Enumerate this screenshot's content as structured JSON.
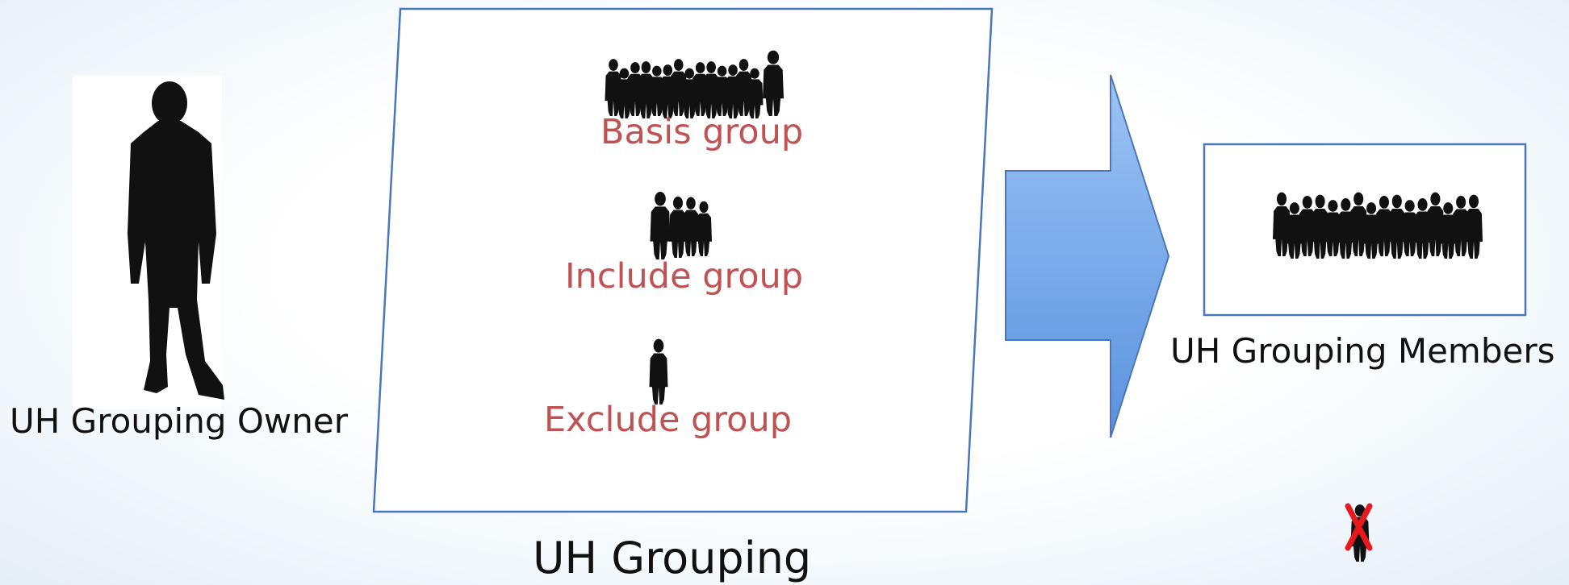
{
  "owner": {
    "label": "UH Grouping Owner"
  },
  "grouping": {
    "label": "UH Grouping",
    "basis_label": "Basis group",
    "include_label": "Include group",
    "exclude_label": "Exclude group"
  },
  "members": {
    "label": "UH Grouping Members"
  },
  "excluded_person": {
    "mark": "x-mark-icon"
  },
  "colors": {
    "group_label": "#bf5253",
    "box_border": "#4a77b9",
    "arrow_fill_top": "#9cc3f6",
    "arrow_fill_bottom": "#5a93de",
    "x_mark": "#e8191c",
    "silhouette": "#111111"
  }
}
